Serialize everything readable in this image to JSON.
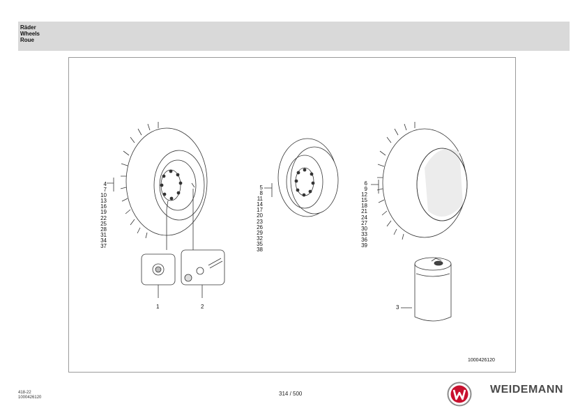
{
  "header": {
    "lines": [
      "Räder",
      "Wheels",
      "Roue"
    ]
  },
  "drawing": {
    "group_a": [
      "4",
      "7",
      "10",
      "13",
      "16",
      "19",
      "22",
      "25",
      "28",
      "31",
      "34",
      "37"
    ],
    "group_b": [
      "5",
      "8",
      "11",
      "14",
      "17",
      "20",
      "23",
      "26",
      "29",
      "32",
      "35",
      "38"
    ],
    "group_c": [
      "6",
      "9",
      "12",
      "15",
      "18",
      "21",
      "24",
      "27",
      "30",
      "33",
      "36",
      "39"
    ],
    "part_1": "1",
    "part_2": "2",
    "part_3": "3",
    "drawing_number": "1000426120"
  },
  "footer": {
    "code": "418-22",
    "doc_number": "1000426120",
    "page": "314 / 500",
    "brand": "WEIDEMANN"
  },
  "colors": {
    "header_bg": "#d9d9d9",
    "logo_red": "#c8102e",
    "brand_gray": "#4b4b4b"
  }
}
